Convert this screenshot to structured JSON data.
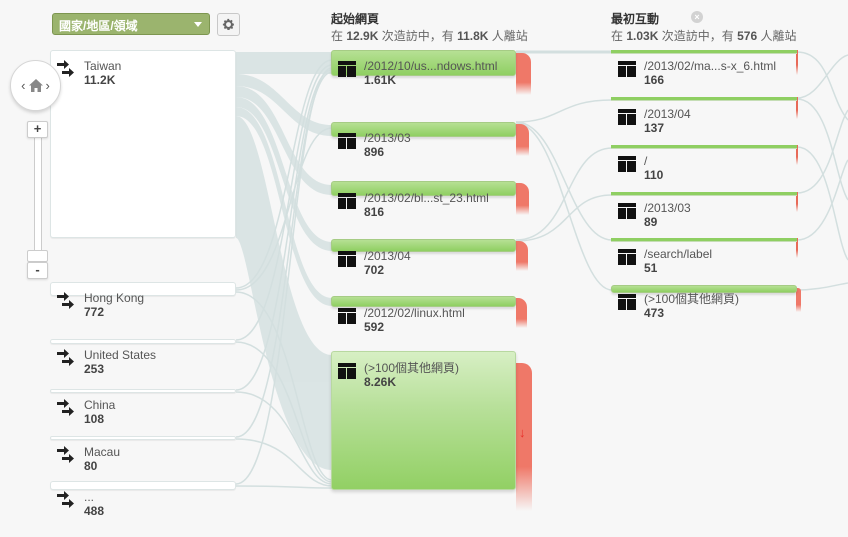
{
  "toolbar": {
    "dimension_selector": "國家/地區/領域",
    "settings_icon": "gear-icon"
  },
  "navigation": {
    "prev_icon": "‹",
    "home_icon": "home-icon",
    "next_icon": "›",
    "zoom_in": "+",
    "zoom_out": "-"
  },
  "columns": {
    "starting_pages": {
      "title": "起始網頁",
      "sub_prefix": "在",
      "sessions": "12.9K",
      "sub_mid": "次造訪中，有",
      "drop_offs": "11.8K",
      "sub_suffix": "人離站"
    },
    "first_interaction": {
      "title": "最初互動",
      "sub_prefix": "在",
      "sessions": "1.03K",
      "sub_mid": "次造訪中，有",
      "drop_offs": "576",
      "sub_suffix": "人離站"
    }
  },
  "countries": [
    {
      "name": "Taiwan",
      "value": "11.2K"
    },
    {
      "name": "Hong Kong",
      "value": "772"
    },
    {
      "name": "United States",
      "value": "253"
    },
    {
      "name": "China",
      "value": "108"
    },
    {
      "name": "Macau",
      "value": "80"
    },
    {
      "name": "...",
      "value": "488"
    }
  ],
  "starting_pages": [
    {
      "name": "/2012/10/us...ndows.html",
      "value": "1.61K"
    },
    {
      "name": "/2013/03",
      "value": "896"
    },
    {
      "name": "/2013/02/bl...st_23.html",
      "value": "816"
    },
    {
      "name": "/2013/04",
      "value": "702"
    },
    {
      "name": "/2012/02/linux.html",
      "value": "592"
    },
    {
      "name": "(>100個其他網頁)",
      "value": "8.26K"
    }
  ],
  "first_interaction_pages": [
    {
      "name": "/2013/02/ma...s-x_6.html",
      "value": "166"
    },
    {
      "name": "/2013/04",
      "value": "137"
    },
    {
      "name": "/",
      "value": "110"
    },
    {
      "name": "/2013/03",
      "value": "89"
    },
    {
      "name": "/search/label",
      "value": "51"
    },
    {
      "name": "(>100個其他網頁)",
      "value": "473"
    }
  ],
  "colors": {
    "node_green": "#8fcf62",
    "drop_red": "#ef7868",
    "flow": "#d8e3e3",
    "selector_bg": "#9bb46e"
  }
}
